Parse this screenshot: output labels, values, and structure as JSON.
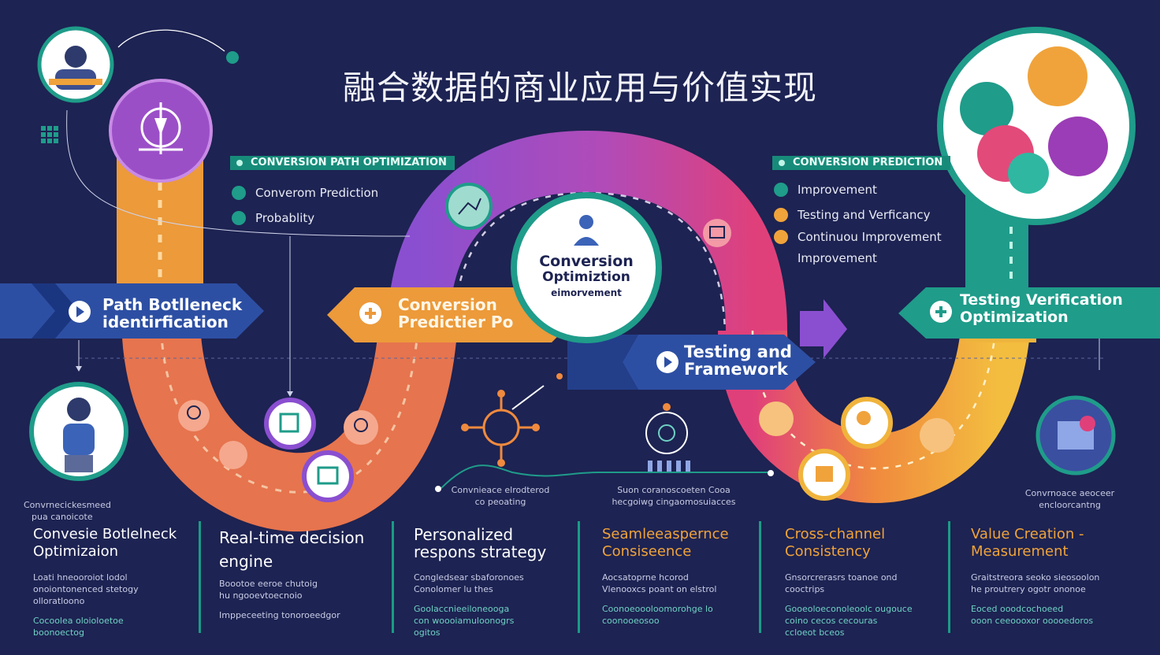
{
  "title": "融合数据的商业应用与价值实现",
  "colors": {
    "background": "#1d2352",
    "orange": "#ec9a3a",
    "coral": "#e6744e",
    "purple": "#8a4fd0",
    "pink": "#d9417a",
    "teal": "#1f9c8a",
    "yellow": "#f0b43c",
    "navy_arrow": "#2d4fa3"
  },
  "tag_left": "CONVERSION PATH OPTIMIZATION",
  "tag_right": "CONVERSION PREDICTION",
  "bullets_left": [
    "Converom Prediction",
    "Probablity"
  ],
  "bullets_right": [
    "Improvement",
    "Testing and Verficancy",
    "Continuou Improvement",
    "Improvement"
  ],
  "arrows": {
    "path": {
      "line1": "Path Botlleneck",
      "line2": "identirfication"
    },
    "prediction": {
      "line1": "Conversion",
      "line2": "Predictier Po"
    },
    "testing": {
      "line1": "Testing and",
      "line2": "Framework"
    },
    "verification": {
      "line1": "Testing Verification",
      "line2": "Optimization"
    }
  },
  "center": {
    "line1": "Conversion",
    "line2": "Optimiztion",
    "line3": "eimorvement"
  },
  "small_notes": {
    "left": [
      "Convrnecickesmeed",
      "pua canoicote"
    ],
    "mid_left": [
      "Convnieace elrodterod",
      "co peoating"
    ],
    "mid_right": [
      "Suon coranoscoeten Cooa",
      "hecgoiwg cingaomosuiacces"
    ],
    "right": [
      "Convrnoace aeoceer",
      "encloorcantng"
    ]
  },
  "columns": [
    {
      "title_l1": "Convesie Botlelneck",
      "title_l2": "Optimizaion",
      "desc1": "Loati hneooroiot lodol\nonoiontonenced stetogy\nolloratloono",
      "desc2": "Cocoolea oloioloetoe\nboonoectog",
      "accent": "#ffffff"
    },
    {
      "title_l1": "Real-time decision",
      "title_l2": "engine",
      "desc1": "Boootoe eeroe chutoig\nhu ngooevtoecnoio",
      "desc2": "Imppeceeting tonoroeedgor",
      "accent": "#ffffff"
    },
    {
      "title_l1": "Personalized",
      "title_l2": "respons strategy",
      "desc1": "Congledsear sbaforonoes\nConolomer lu thes",
      "desc2": "Goolaccnieeiloneooga\ncon woooiamuloonogrs\nogitos",
      "accent": "#ffffff"
    },
    {
      "title_l1": "Seamleeaspernce",
      "title_l2": "Consiseence",
      "desc1": "Aocsatoprne hcorod\nVlenooxcs poant on elstrol",
      "desc2": "Coonoeoooloomorohge lo\ncoonooeosoo",
      "accent": "#f0a33b"
    },
    {
      "title_l1": "Cross-channel",
      "title_l2": "Consistency",
      "desc1": "Gnsorcrerasrs toanoe ond\ncooctrips",
      "desc2": "Gooeoloeconoleoolc ougouce\ncoino cecos cecouras\nccloeot bceos",
      "accent": "#f0a33b"
    },
    {
      "title_l1": "Value Creation -",
      "title_l2": "Measurement",
      "desc1": "Graitstreora seoko sieosoolon\nhe proutrery ogotr ononoe",
      "desc2": "Eoced ooodcochoeed\nooon ceeoooxor ooooedoros",
      "accent": "#f0a33b"
    }
  ]
}
